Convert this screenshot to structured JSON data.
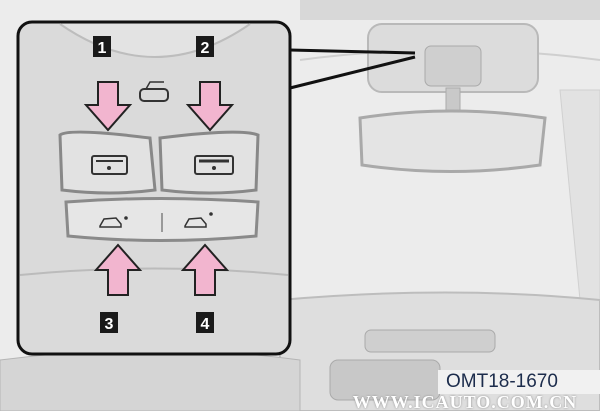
{
  "figure": {
    "code": "OMT18-1670",
    "watermark": "WWW.ICAUTO.COM.CN",
    "callouts": [
      "1",
      "2",
      "3",
      "4"
    ],
    "colors": {
      "arrow": "#f2b5cf",
      "arrow_stroke": "#222222",
      "callout_bg": "#1a1a1a",
      "panel": "#d9d9d9",
      "border": "#111111"
    }
  }
}
